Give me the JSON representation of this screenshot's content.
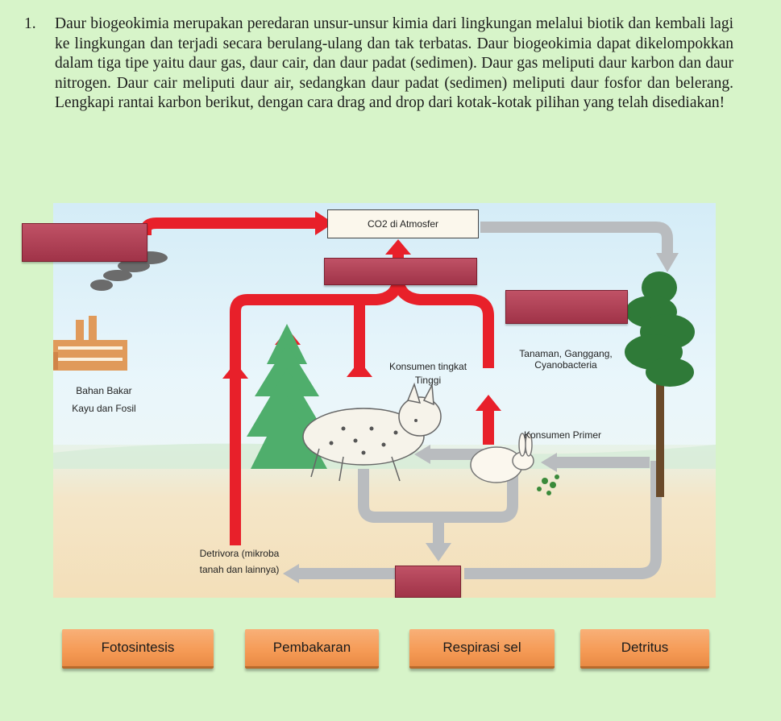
{
  "question": {
    "number": "1.",
    "text": "Daur biogeokimia merupakan peredaran unsur-unsur kimia dari lingkungan melalui biotik dan kembali lagi ke lingkungan dan terjadi secara berulang-ulang dan tak terbatas. Daur biogeokimia dapat dikelompokkan dalam tiga tipe yaitu daur gas, daur cair, dan daur padat (sedimen). Daur gas meliputi daur karbon dan daur nitrogen. Daur cair meliputi daur air, sedangkan daur padat (sedimen) meliputi daur fosfor dan belerang. Lengkapi rantai karbon berikut, dengan cara drag and drop dari kotak-kotak pilihan yang telah disediakan!"
  },
  "diagram": {
    "co2_label": "CO2 di Atmosfer",
    "fuel_label_1": "Bahan Bakar",
    "fuel_label_2": "Kayu dan Fosil",
    "consumer_high_1": "Konsumen tingkat",
    "consumer_high_2": "Tinggi",
    "producer_1": "Tanaman, Ganggang,",
    "producer_2": "Cyanobacteria",
    "consumer_primary": "Konsumen Primer",
    "detritivore_1": "Detrivora (mikroba",
    "detritivore_2": "tanah dan lainnya)"
  },
  "options": [
    {
      "label": "Fotosintesis"
    },
    {
      "label": "Pembakaran"
    },
    {
      "label": "Respirasi sel"
    },
    {
      "label": "Detritus"
    }
  ],
  "colors": {
    "background": "#d7f4c9",
    "red_arrow": "#e8202a",
    "gray_arrow": "#b9bcbf",
    "drop_zone": "#b0405a",
    "option_button": "#f59a55"
  }
}
